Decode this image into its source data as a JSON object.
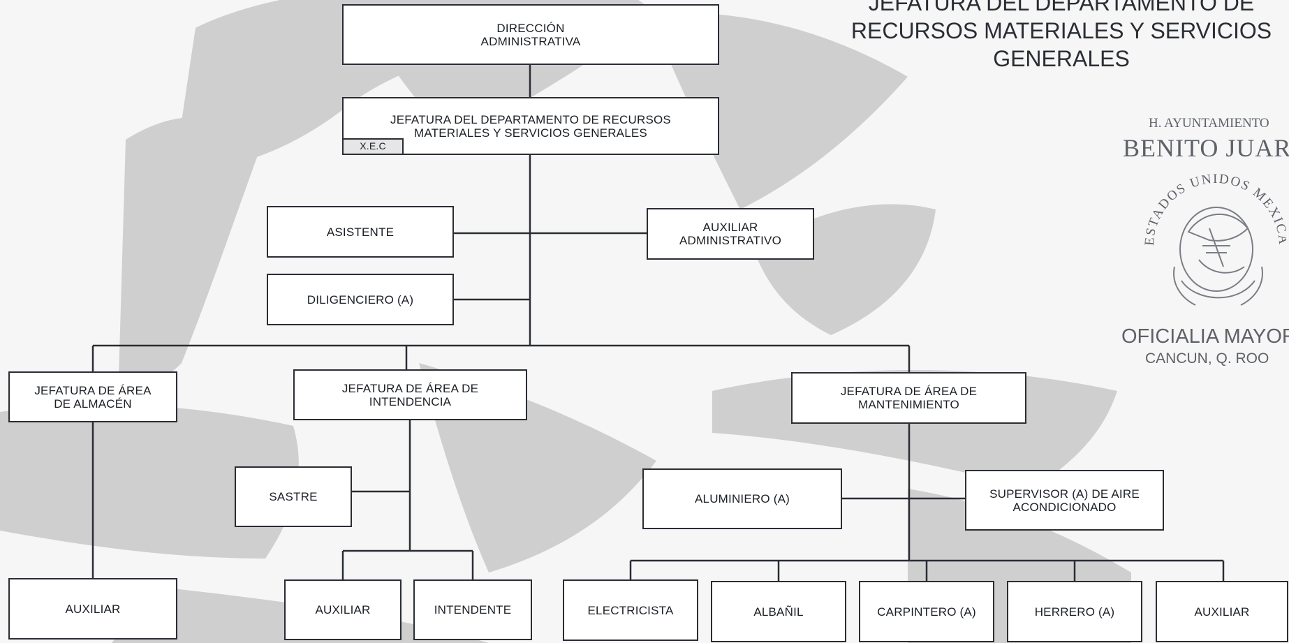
{
  "title": "JEFATURA DEL DEPARTAMENTO DE\nRECURSOS MATERIALES Y SERVICIOS\nGENERALES",
  "seal": {
    "line1": "H. AYUNTAMIENTO",
    "line2": "BENITO JUAREZ",
    "ring": "ESTADOS UNIDOS MEXICANOS",
    "line3": "OFICIALIA MAYOR",
    "line4": "CANCUN, Q. ROO",
    "icon": "mexican-coat-of-arms-stamp"
  },
  "colors": {
    "line": "#2a2d33",
    "background_watermark": "#cfcfcf"
  },
  "nodes": {
    "direccion": "DIRECCIÓN\nADMINISTRATIVA",
    "jefatura": "JEFATURA DEL DEPARTAMENTO DE RECURSOS\nMATERIALES Y SERVICIOS GENERALES",
    "jefatura_tag": "X.E.C",
    "asistente": "ASISTENTE",
    "auxiliar_admin": "AUXILIAR\nADMINISTRATIVO",
    "diligenciero": "DILIGENCIERO (A)",
    "almacen": "JEFATURA DE ÁREA\nDE ALMACÉN",
    "intendencia": "JEFATURA DE ÁREA DE\nINTENDENCIA",
    "mantenimiento": "JEFATURA DE ÁREA DE\nMANTENIMIENTO",
    "sastre": "SASTRE",
    "aluminiero": "ALUMINIERO (A)",
    "supervisor": "SUPERVISOR (A)  DE AIRE\nACONDICIONADO",
    "auxiliar_almacen": "AUXILIAR",
    "auxiliar_intendencia": "AUXILIAR",
    "intendente": "INTENDENTE",
    "electricista": "ELECTRICISTA",
    "albanil": "ALBAÑIL",
    "carpintero": "CARPINTERO (A)",
    "herrero": "HERRERO (A)",
    "auxiliar_mantenimiento": "AUXILIAR"
  }
}
